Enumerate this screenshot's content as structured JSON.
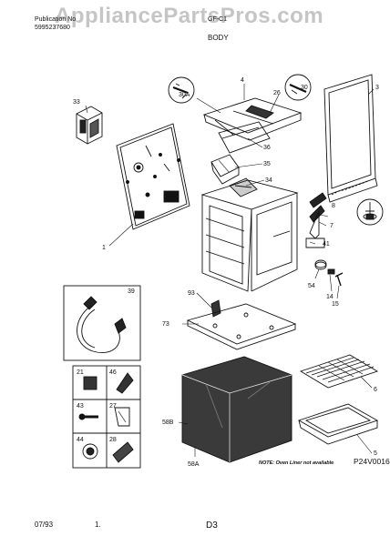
{
  "header": {
    "publication_label": "Publication No",
    "publication_no": "5995237680",
    "model_prefix": "GF-C1",
    "watermark": "AppliancePartsPros.com",
    "section_title": "BODY"
  },
  "callouts": [
    "33",
    "4",
    "30",
    "30A",
    "26",
    "3",
    "1",
    "36",
    "35",
    "34",
    "8",
    "7",
    "41",
    "54",
    "14",
    "15",
    "39",
    "93",
    "73",
    "21",
    "46",
    "43",
    "27",
    "44",
    "28",
    "58B",
    "58A",
    "6",
    "5"
  ],
  "note": "NOTE: Oven Liner not available",
  "footer": {
    "date": "07/93",
    "mark": "1.",
    "page": "D3",
    "ref": "P24V0016"
  }
}
